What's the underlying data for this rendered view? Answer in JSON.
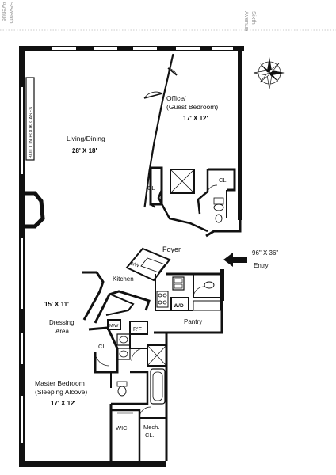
{
  "streets": {
    "west_line1": "Seventh",
    "west_line2": "Avenue",
    "east_line1": "Sixth",
    "east_line2": "Avenue"
  },
  "compass": {
    "icon": "compass-rose-icon"
  },
  "rooms": {
    "office_line1": "Office/",
    "office_line2": "(Guest Bedroom)",
    "office_dims": "17' X 12'",
    "living_line1": "Living/Dining",
    "living_dims": "28' X 18'",
    "book_cases": "BUILT IN BOOK CASES",
    "cl_a": "CL",
    "cl_b": "CL",
    "foyer": "Foyer",
    "kitchen": "Kitchen",
    "dw": "D/W",
    "wd": "W/D",
    "mw": "M/W",
    "refrigerator": "R’F",
    "pantry": "Pantry",
    "dressing_dims": "15' X 11'",
    "dressing_line1": "Dressing",
    "dressing_line2": "Area",
    "cl_c": "CL",
    "master_line1": "Master Bedroom",
    "master_line2": "(Sleeping Alcove)",
    "master_dims": "17' X 12'",
    "wic": "WIC",
    "mech_line1": "Mech.",
    "mech_line2": "CL."
  },
  "entry": {
    "size": "96\" X 36\"",
    "label": "Entry",
    "arrow_icon": "entry-arrow-icon"
  }
}
